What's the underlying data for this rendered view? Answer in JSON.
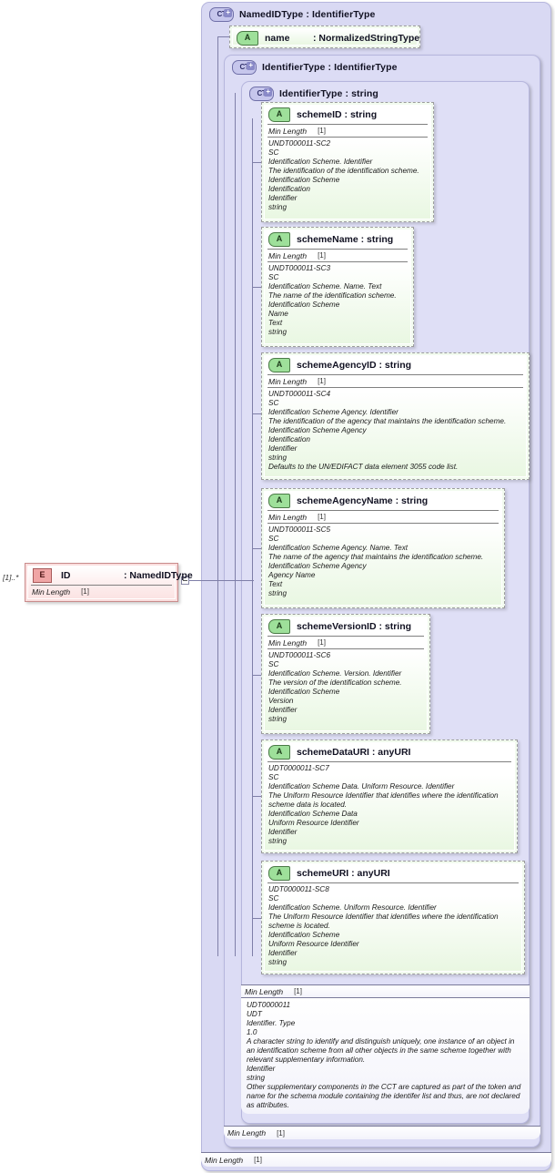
{
  "diagram": {
    "kind": "xsd-schema-diagram",
    "root_element": {
      "icon": "element-icon",
      "name": "ID",
      "type": ": NamedIDType",
      "cardinality": "[1]..*",
      "facet_label": "Min Length",
      "facet_value": "[1]"
    },
    "containers": [
      {
        "icon": "complextype-expand-icon",
        "icon_text": "CT",
        "title": "NamedIDType : IdentifierType",
        "facet_label": "Min Length",
        "facet_value": "[1]"
      },
      {
        "icon": "complextype-expand-icon",
        "icon_text": "CT",
        "title": "IdentifierType : IdentifierType",
        "facet_label": "Min Length",
        "facet_value": "[1]"
      },
      {
        "icon": "complextype-expand-icon",
        "icon_text": "CT",
        "title": "IdentifierType : string",
        "facet_label": "Min Length",
        "facet_value": "[1]",
        "documentation": [
          "UDT0000011",
          "UDT",
          "Identifier. Type",
          "1.0",
          "A character string to identify and distinguish uniquely, one instance of an object in an identification scheme from all other objects in the same scheme together with relevant supplementary information.",
          "Identifier",
          "string",
          "Other supplementary components in the CCT are captured as part of the token and name for the schema module containing the identifer list and thus, are not declared as attributes."
        ]
      }
    ],
    "name_attribute": {
      "icon": "attribute-icon",
      "icon_text": "A",
      "name": "name",
      "type": ": NormalizedStringType"
    },
    "attributes": [
      {
        "icon_text": "A",
        "name": "schemeID",
        "type": ": string",
        "facet_label": "Min Length",
        "facet_value": "[1]",
        "documentation": [
          "UNDT000011-SC2",
          "SC",
          "Identification Scheme. Identifier",
          "The identification of the identification scheme.",
          "Identification Scheme",
          "Identification",
          "Identifier",
          "string"
        ]
      },
      {
        "icon_text": "A",
        "name": "schemeName",
        "type": ": string",
        "facet_label": "Min Length",
        "facet_value": "[1]",
        "documentation": [
          "UNDT000011-SC3",
          "SC",
          "Identification Scheme. Name. Text",
          "The name of the identification scheme.",
          "Identification Scheme",
          "Name",
          "Text",
          "string"
        ]
      },
      {
        "icon_text": "A",
        "name": "schemeAgencyID",
        "type": ": string",
        "facet_label": "Min Length",
        "facet_value": "[1]",
        "documentation": [
          "UNDT000011-SC4",
          "SC",
          "Identification Scheme Agency. Identifier",
          "The identification of the agency that maintains the identification scheme.",
          "Identification Scheme Agency",
          "Identification",
          "Identifier",
          "string",
          "Defaults to the UN/EDIFACT data element 3055 code list."
        ]
      },
      {
        "icon_text": "A",
        "name": "schemeAgencyName",
        "type": ": string",
        "facet_label": "Min Length",
        "facet_value": "[1]",
        "documentation": [
          "UNDT000011-SC5",
          "SC",
          "Identification Scheme Agency. Name. Text",
          "The name of the agency that maintains the identification scheme.",
          "Identification Scheme Agency",
          "Agency Name",
          "Text",
          "string"
        ]
      },
      {
        "icon_text": "A",
        "name": "schemeVersionID",
        "type": ": string",
        "facet_label": "Min Length",
        "facet_value": "[1]",
        "documentation": [
          "UNDT000011-SC6",
          "SC",
          "Identification Scheme. Version. Identifier",
          "The version of the identification scheme.",
          "Identification Scheme",
          "Version",
          "Identifier",
          "string"
        ]
      },
      {
        "icon_text": "A",
        "name": "schemeDataURI",
        "type": ": anyURI",
        "facet_label": "",
        "facet_value": "",
        "documentation": [
          "UDT0000011-SC7",
          "SC",
          "Identification Scheme Data. Uniform Resource. Identifier",
          "The Uniform Resource Identifier that identifies where the identification scheme data is located.",
          "Identification Scheme Data",
          "Uniform Resource Identifier",
          "Identifier",
          "string"
        ]
      },
      {
        "icon_text": "A",
        "name": "schemeURI",
        "type": ": anyURI",
        "facet_label": "",
        "facet_value": "",
        "documentation": [
          "UDT0000011-SC8",
          "SC",
          "Identification Scheme. Uniform Resource. Identifier",
          "The Uniform Resource Identifier that identifies where the identification scheme is located.",
          "Identification Scheme",
          "Uniform Resource Identifier",
          "Identifier",
          "string"
        ]
      }
    ],
    "colors": {
      "container_fill": "#d9d9f3",
      "attribute_fill": "#e9f7e2",
      "element_fill": "#fadede",
      "connector": "#7f7fa8"
    }
  }
}
